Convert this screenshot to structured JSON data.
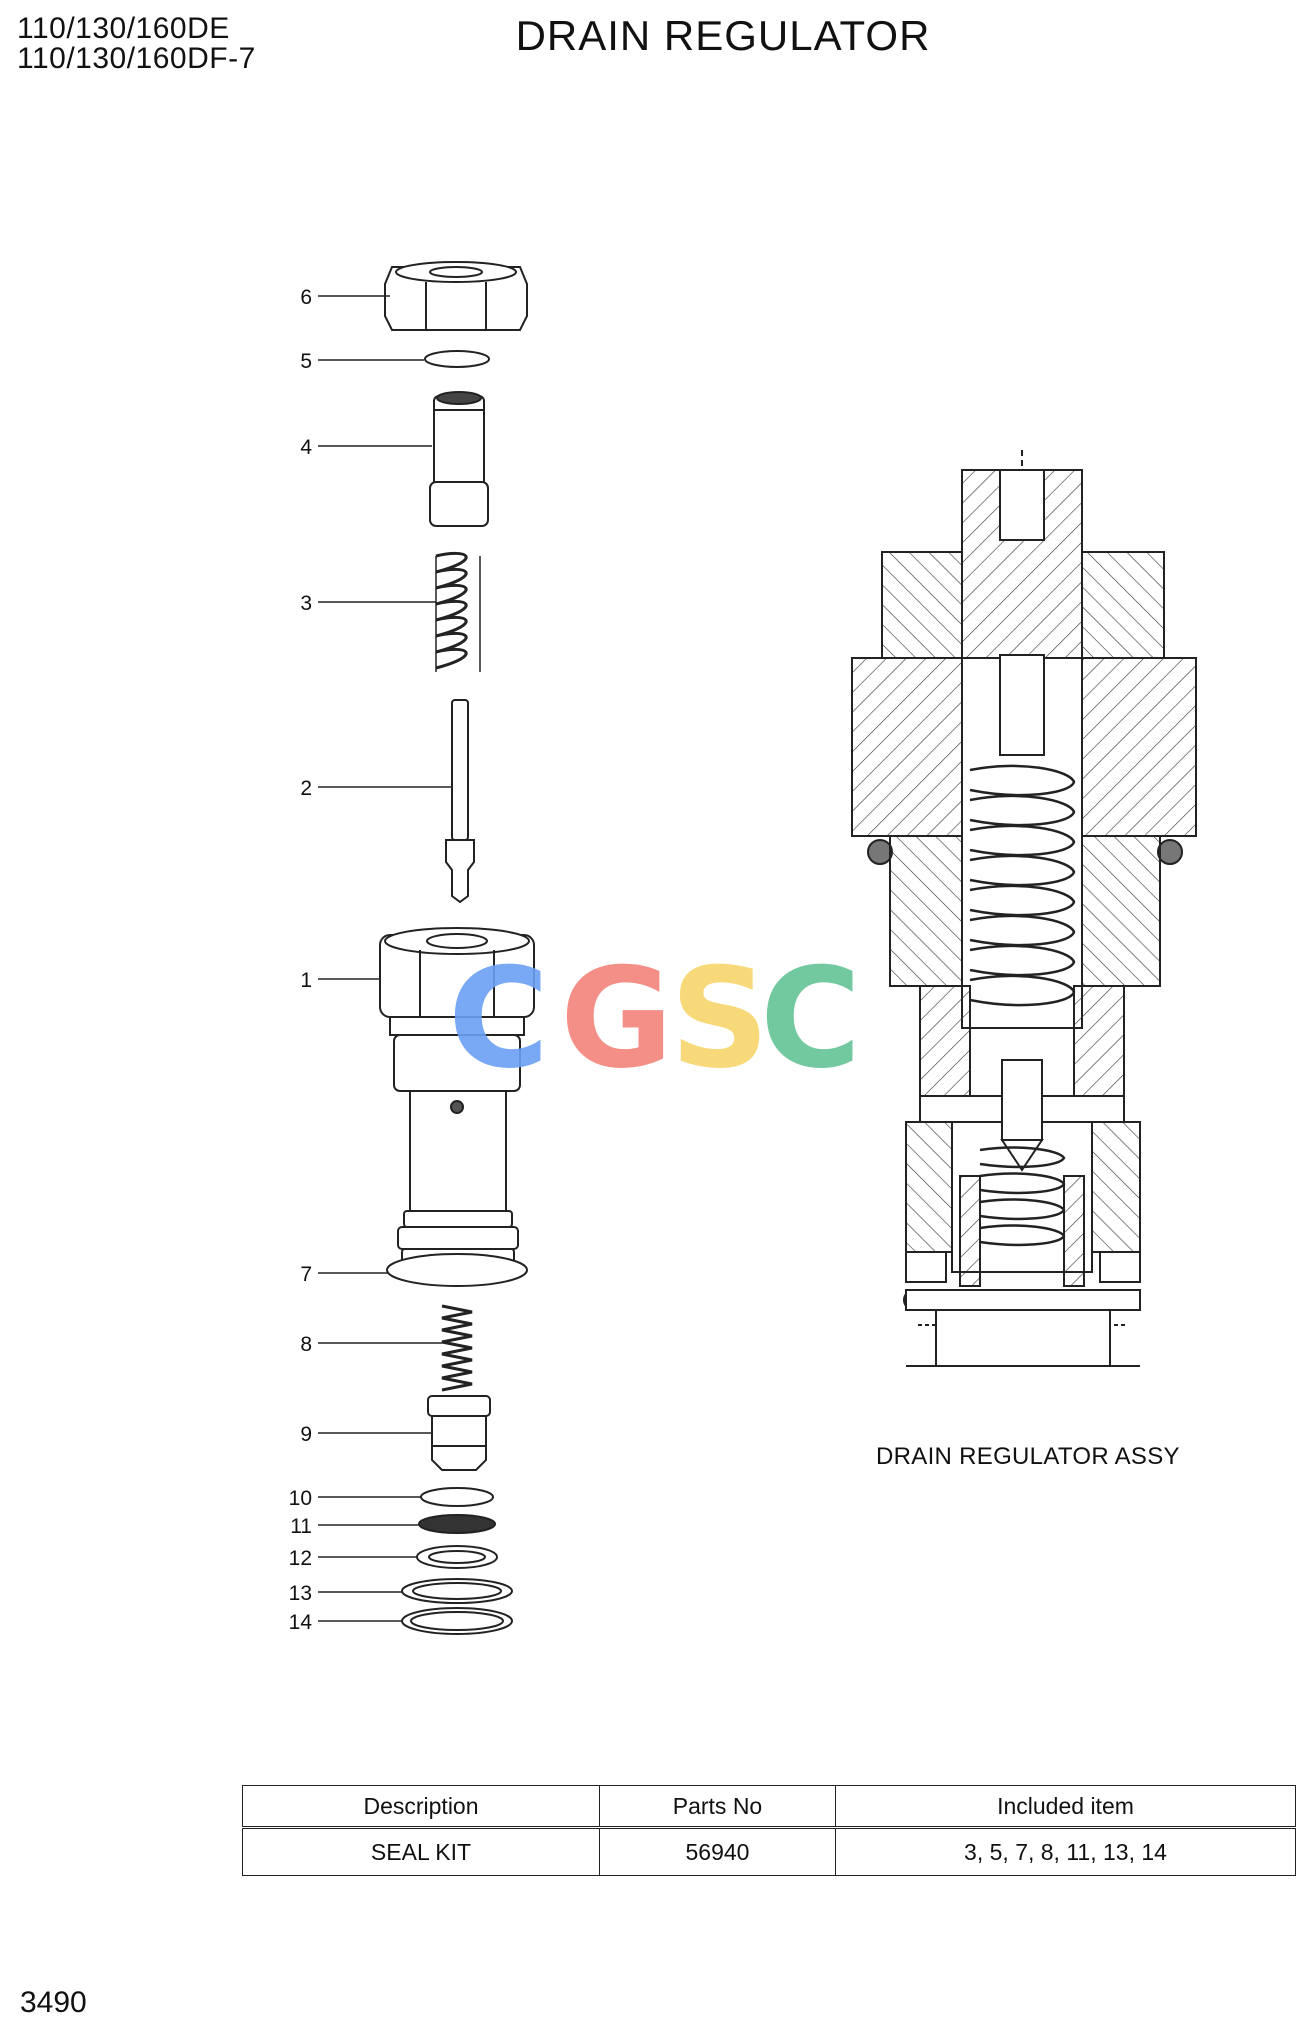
{
  "header": {
    "model_line_1": "110/130/160DE",
    "model_line_2": "110/130/160DF-7",
    "title": "DRAIN REGULATOR"
  },
  "callouts": [
    "6",
    "5",
    "4",
    "3",
    "2",
    "1",
    "7",
    "8",
    "9",
    "10",
    "11",
    "12",
    "13",
    "14"
  ],
  "assembly_label": "DRAIN REGULATOR ASSY",
  "watermark": {
    "letters": [
      "C",
      "G",
      "S",
      "C"
    ],
    "colors": [
      "#6aa0f3",
      "#f3837b",
      "#f7d56b",
      "#64c395"
    ]
  },
  "seal_kit_table": {
    "headers": [
      "Description",
      "Parts No",
      "Included item"
    ],
    "rows": [
      [
        "SEAL KIT",
        "56940",
        "3, 5, 7, 8, 11, 13, 14"
      ]
    ]
  },
  "page_number": "3490"
}
